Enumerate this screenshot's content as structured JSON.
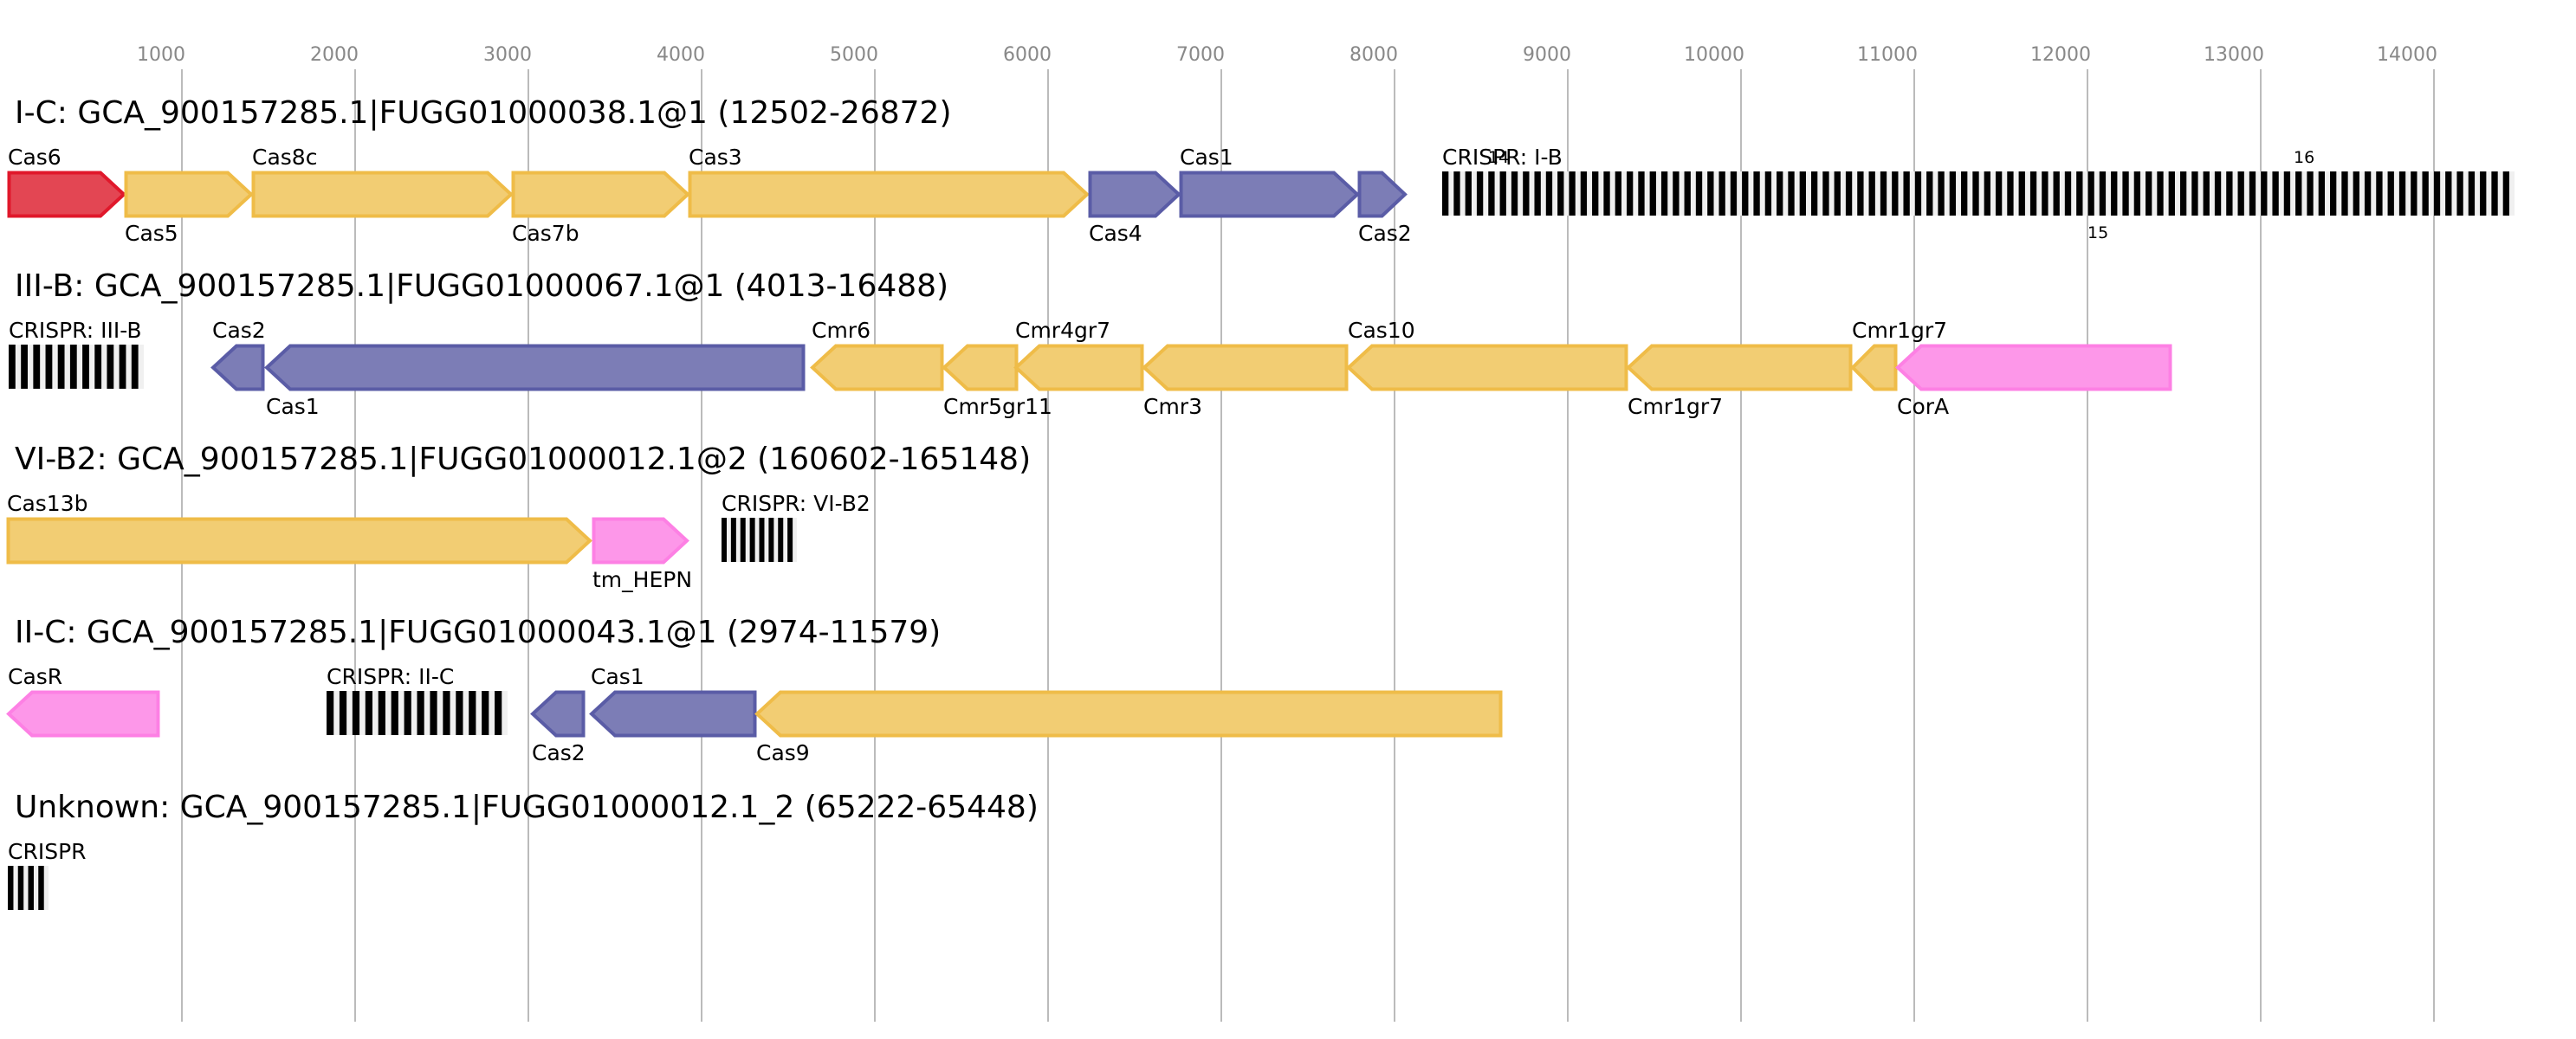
{
  "chart_data": {
    "type": "gene-map",
    "axis": {
      "unit": "bp",
      "range": [
        0,
        14500
      ],
      "ticks": [
        1000,
        2000,
        3000,
        4000,
        5000,
        6000,
        7000,
        8000,
        9000,
        10000,
        11000,
        12000,
        13000,
        14000
      ],
      "tick_labels": [
        "1000",
        "2000",
        "3000",
        "4000",
        "5000",
        "6000",
        "7000",
        "8000",
        "9000",
        "10000",
        "11000",
        "12000",
        "13000",
        "14000"
      ],
      "grid": true
    },
    "colors": {
      "red": {
        "fill": "#e34653",
        "stroke": "#e0182b"
      },
      "gold": {
        "fill": "#f2cd73",
        "stroke": "#efbc48"
      },
      "blue": {
        "fill": "#7c7db6",
        "stroke": "#5a5ca6"
      },
      "pink": {
        "fill": "#fd97e9",
        "stroke": "#fd80e4"
      },
      "crispr_bar": "#000000",
      "crispr_gap": "#f0f0f0"
    },
    "loci": [
      {
        "title": "I-C: GCA_900157285.1|FUGG01000038.1@1 (12502-26872)",
        "features": [
          {
            "kind": "gene",
            "name": "Cas6",
            "start": -5,
            "end": 670,
            "strand": "+",
            "color": "red",
            "label_pos": "above"
          },
          {
            "kind": "gene",
            "name": "Cas5",
            "start": 670,
            "end": 1405,
            "strand": "+",
            "color": "gold",
            "label_pos": "below"
          },
          {
            "kind": "gene",
            "name": "Cas8c",
            "start": 1405,
            "end": 2905,
            "strand": "+",
            "color": "gold",
            "label_pos": "above"
          },
          {
            "kind": "gene",
            "name": "Cas7b",
            "start": 2905,
            "end": 3925,
            "strand": "+",
            "color": "gold",
            "label_pos": "below"
          },
          {
            "kind": "gene",
            "name": "Cas3",
            "start": 3925,
            "end": 6230,
            "strand": "+",
            "color": "gold",
            "label_pos": "above"
          },
          {
            "kind": "gene",
            "name": "Cas4",
            "start": 6235,
            "end": 6760,
            "strand": "+",
            "color": "blue",
            "label_pos": "below"
          },
          {
            "kind": "gene",
            "name": "Cas1",
            "start": 6760,
            "end": 7790,
            "strand": "+",
            "color": "blue",
            "label_pos": "above"
          },
          {
            "kind": "gene",
            "name": "Cas2",
            "start": 7790,
            "end": 8065,
            "strand": "+",
            "color": "blue",
            "label_pos": "below"
          },
          {
            "kind": "crispr",
            "name": "CRISPR: I-B",
            "start": 8275,
            "end": 14465,
            "repeats": 93,
            "label_pos": "above"
          }
        ],
        "annotations": [
          {
            "text": "14",
            "at": 8540,
            "pos": "above"
          },
          {
            "text": "15",
            "at": 12000,
            "pos": "below"
          },
          {
            "text": "16",
            "at": 13190,
            "pos": "above"
          }
        ]
      },
      {
        "title": "III-B: GCA_900157285.1|FUGG01000067.1@1 (4013-16488)",
        "features": [
          {
            "kind": "crispr",
            "name": "CRISPR: III-B",
            "start": 0,
            "end": 780,
            "repeats": 11,
            "label_pos": "above"
          },
          {
            "kind": "gene",
            "name": "Cas2",
            "start": 1175,
            "end": 1475,
            "strand": "-",
            "color": "blue",
            "label_pos": "above"
          },
          {
            "kind": "gene",
            "name": "Cas1",
            "start": 1485,
            "end": 4595,
            "strand": "-",
            "color": "blue",
            "label_pos": "below"
          },
          {
            "kind": "gene",
            "name": "Cmr6",
            "start": 4635,
            "end": 5395,
            "strand": "-",
            "color": "gold",
            "label_pos": "above"
          },
          {
            "kind": "gene",
            "name": "Cmr5gr11",
            "start": 5395,
            "end": 5825,
            "strand": "-",
            "color": "gold",
            "label_pos": "below"
          },
          {
            "kind": "gene",
            "name": "Cmr4gr7",
            "start": 5810,
            "end": 6550,
            "strand": "-",
            "color": "gold",
            "label_pos": "above"
          },
          {
            "kind": "gene",
            "name": "Cmr3",
            "start": 6550,
            "end": 7730,
            "strand": "-",
            "color": "gold",
            "label_pos": "below"
          },
          {
            "kind": "gene",
            "name": "Cas10",
            "start": 7730,
            "end": 9345,
            "strand": "-",
            "color": "gold",
            "label_pos": "above"
          },
          {
            "kind": "gene",
            "name": "Cmr1gr7",
            "start": 9345,
            "end": 10640,
            "strand": "-",
            "color": "gold",
            "label_pos": "below"
          },
          {
            "kind": "gene",
            "name": "Cmr1gr7",
            "start": 10640,
            "end": 10900,
            "strand": "-",
            "color": "gold",
            "label_pos": "above"
          },
          {
            "kind": "gene",
            "name": "CorA",
            "start": 10900,
            "end": 12485,
            "strand": "-",
            "color": "pink",
            "label_pos": "below"
          }
        ],
        "annotations": []
      },
      {
        "title": "VI-B2: GCA_900157285.1|FUGG01000012.1@2 (160602-165148)",
        "features": [
          {
            "kind": "gene",
            "name": "Cas13b",
            "start": -10,
            "end": 3360,
            "strand": "+",
            "color": "gold",
            "label_pos": "above"
          },
          {
            "kind": "gene",
            "name": "tm_HEPN",
            "start": 3370,
            "end": 3920,
            "strand": "+",
            "color": "pink",
            "label_pos": "below"
          },
          {
            "kind": "crispr",
            "name": "CRISPR: VI-B2",
            "start": 4115,
            "end": 4550,
            "repeats": 8,
            "label_pos": "above"
          }
        ],
        "annotations": []
      },
      {
        "title": "II-C: GCA_900157285.1|FUGG01000043.1@1 (2974-11579)",
        "features": [
          {
            "kind": "gene",
            "name": "CasR",
            "start": -5,
            "end": 870,
            "strand": "-",
            "color": "pink",
            "label_pos": "above"
          },
          {
            "kind": "crispr",
            "name": "CRISPR: II-C",
            "start": 1835,
            "end": 2880,
            "repeats": 14,
            "label_pos": "above"
          },
          {
            "kind": "gene",
            "name": "Cas2",
            "start": 3020,
            "end": 3325,
            "strand": "-",
            "color": "blue",
            "label_pos": "below"
          },
          {
            "kind": "gene",
            "name": "Cas1",
            "start": 3360,
            "end": 4315,
            "strand": "-",
            "color": "blue",
            "label_pos": "above"
          },
          {
            "kind": "gene",
            "name": "Cas9",
            "start": 4315,
            "end": 8620,
            "strand": "-",
            "color": "gold",
            "label_pos": "below"
          }
        ],
        "annotations": []
      },
      {
        "title": "Unknown: GCA_900157285.1|FUGG01000012.1_2 (65222-65448)",
        "features": [
          {
            "kind": "crispr",
            "name": "CRISPR",
            "start": -5,
            "end": 230,
            "repeats": 4,
            "label_pos": "above"
          }
        ],
        "annotations": []
      }
    ]
  }
}
